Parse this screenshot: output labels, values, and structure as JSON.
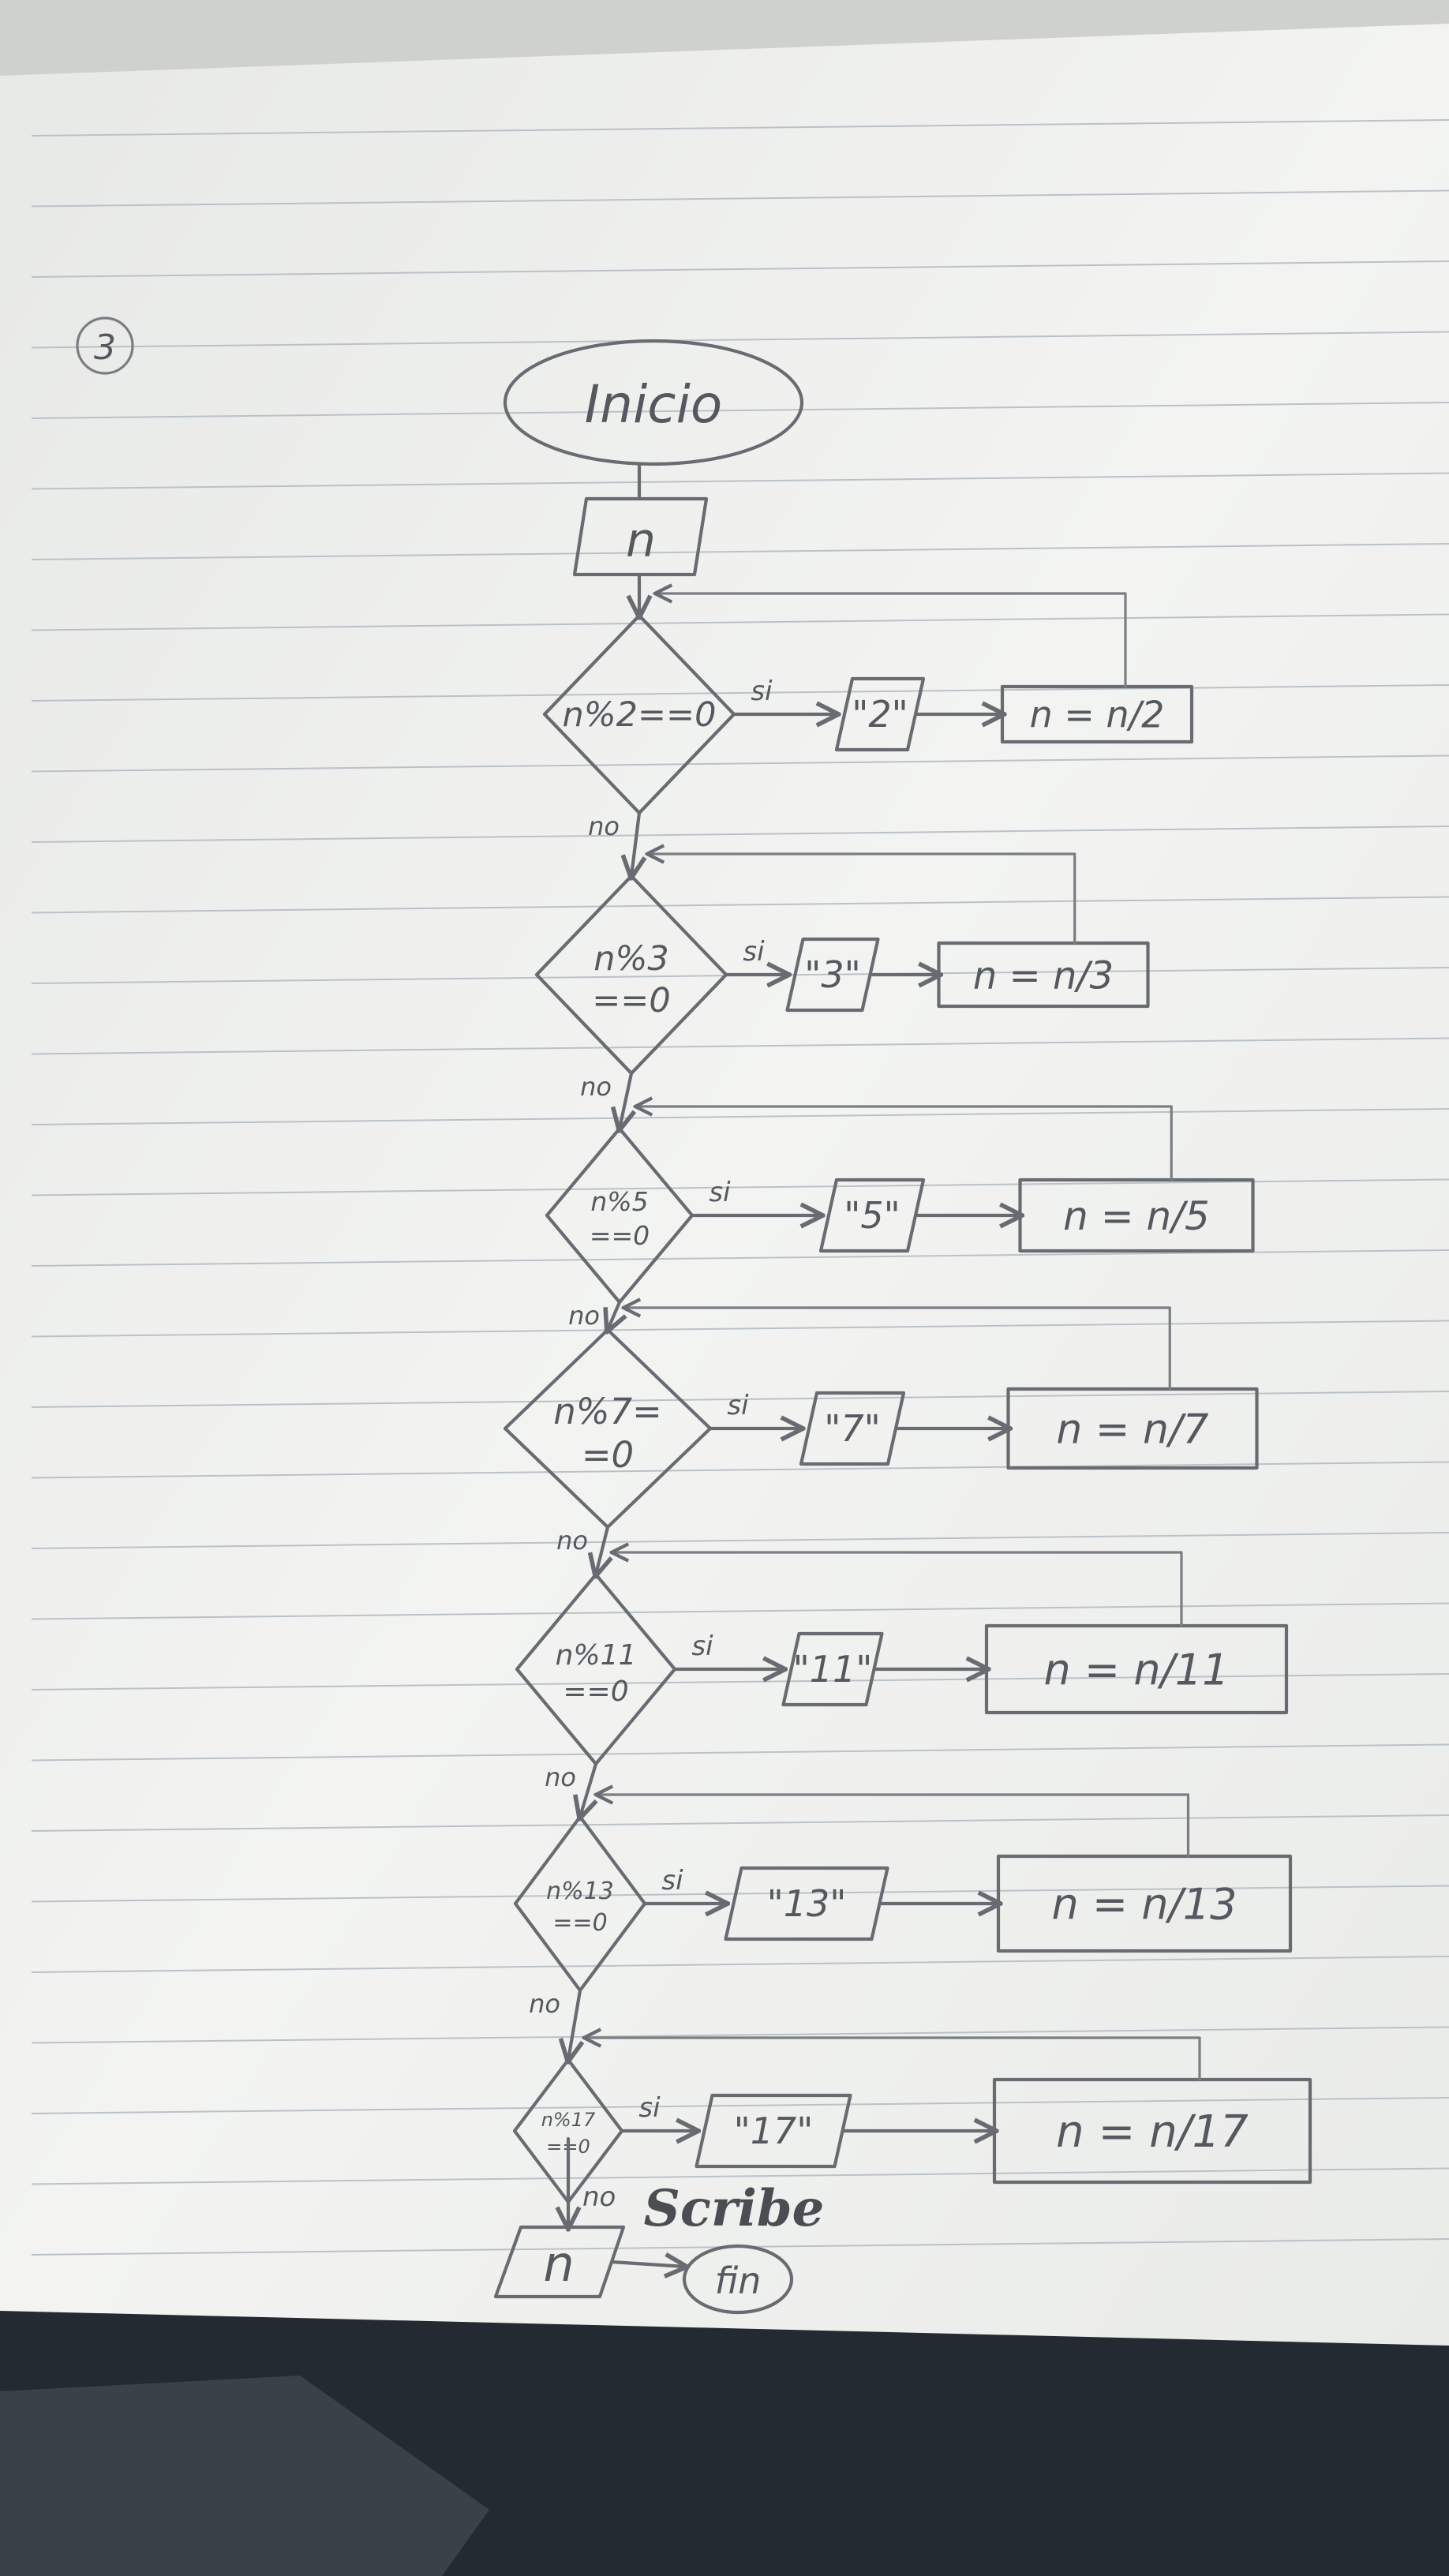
{
  "page_number": "3",
  "start_label": "Inicio",
  "input_label": "n",
  "end_label": "fin",
  "final_output_label": "n",
  "yes_label": "si",
  "no_label": "no",
  "stages": [
    {
      "condition_line1": "n%2==0",
      "condition_line2": "",
      "output": "\"2\"",
      "assignment": "n = n/2"
    },
    {
      "condition_line1": "n%3",
      "condition_line2": "==0",
      "output": "\"3\"",
      "assignment": "n = n/3"
    },
    {
      "condition_line1": "n%5",
      "condition_line2": "==0",
      "output": "\"5\"",
      "assignment": "n = n/5"
    },
    {
      "condition_line1": "n%7=",
      "condition_line2": "=0",
      "output": "\"7\"",
      "assignment": "n = n/7"
    },
    {
      "condition_line1": "n%11",
      "condition_line2": "==0",
      "output": "\"11\"",
      "assignment": "n = n/11"
    },
    {
      "condition_line1": "n%13",
      "condition_line2": "==0",
      "output": "\"13\"",
      "assignment": "n = n/13"
    },
    {
      "condition_line1": "n%17",
      "condition_line2": "==0",
      "output": "\"17\"",
      "assignment": "n = n/17"
    }
  ],
  "watermark": "Scribe",
  "colors": {
    "paper": "#f1f2f0",
    "pencil": "#686c72",
    "rule_line": "#b9c2c9",
    "background_fabric": "#232a31"
  }
}
